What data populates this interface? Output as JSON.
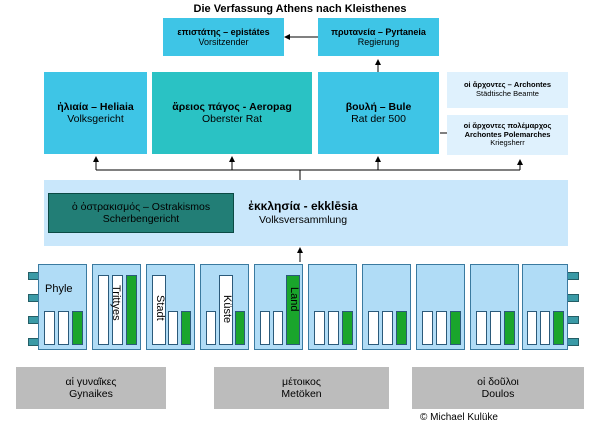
{
  "title": "Die Verfassung Athens nach Kleisthenes",
  "top": {
    "epistates": {
      "greek": "επιστάτης – epistátes",
      "german": "Vorsitzender"
    },
    "prytaneia": {
      "greek": "πρυτανεία – Pyrtaneia",
      "german": "Regierung"
    }
  },
  "institutions": {
    "heliaia": {
      "greek": "ἡλιαία – Heliaia",
      "german": "Volksgericht"
    },
    "areopag": {
      "greek": "ἄρειος πάγος -  Aeropag",
      "german": "Oberster Rat"
    },
    "bule": {
      "greek": "βουλή – Bule",
      "german": "Rat der 500"
    }
  },
  "officials": {
    "archontes": {
      "greek": "οἱ ἄρχοντες – Archontes",
      "german": "Städtische Beamte"
    },
    "polemarchos": {
      "greek": "οἱ ἄρχοντες πολέμαρχος",
      "latin": "Archontes Polemarches",
      "german": "Kriegsherr"
    }
  },
  "assembly": {
    "ostrakismos": {
      "greek": "ὁ ὀστρακισμός – Ostrakismos",
      "german": "Scherbengericht"
    },
    "ekklesia": {
      "greek": "ἐκκλησία - ekklēsia",
      "german": "Volksversammlung"
    }
  },
  "phyle": {
    "label": "Phyle",
    "trittyes": "Trittyes",
    "stadt": "Stadt",
    "kueste": "Küste",
    "land": "Land"
  },
  "groups": [
    {
      "greek": "αἱ γυναῖκες",
      "german": "Gynaikes"
    },
    {
      "greek": "μέτοικος",
      "german": "Metöken"
    },
    {
      "greek": "οἱ δοῦλοι",
      "german": "Doulos"
    }
  ],
  "copyright": "© Michael Kulüke",
  "colors": {
    "cyan": "#3ec5e6",
    "aqua": "#2ac2c4",
    "pale": "#c9e7fb",
    "green": "#1aa52c",
    "dark_teal": "#227e76",
    "gray": "#bcbcbc"
  }
}
